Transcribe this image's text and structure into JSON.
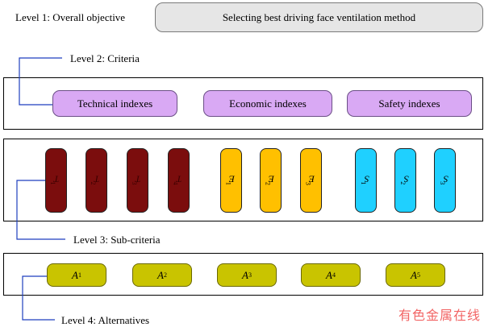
{
  "levels": {
    "level1": "Level 1: Overall objective",
    "level2": "Level 2: Criteria",
    "level3": "Level 3: Sub-criteria",
    "level4": "Level 4: Alternatives"
  },
  "goal": "Selecting best driving face ventilation method",
  "criteria": [
    "Technical indexes",
    "Economic indexes",
    "Safety indexes"
  ],
  "subcriteria": {
    "technical": [
      {
        "letter": "T",
        "index": "1"
      },
      {
        "letter": "T",
        "index": "2"
      },
      {
        "letter": "T",
        "index": "3"
      },
      {
        "letter": "T",
        "index": "4"
      }
    ],
    "economic": [
      {
        "letter": "E",
        "index": "1"
      },
      {
        "letter": "E",
        "index": "2"
      },
      {
        "letter": "E",
        "index": "3"
      }
    ],
    "safety": [
      {
        "letter": "S",
        "index": "1"
      },
      {
        "letter": "S",
        "index": "2"
      },
      {
        "letter": "S",
        "index": "3"
      }
    ]
  },
  "alternatives": [
    {
      "letter": "A",
      "index": "1"
    },
    {
      "letter": "A",
      "index": "2"
    },
    {
      "letter": "A",
      "index": "3"
    },
    {
      "letter": "A",
      "index": "4"
    },
    {
      "letter": "A",
      "index": "5"
    }
  ],
  "watermark": "有色金属在线",
  "colors": {
    "goal_fill": "#e6e6e6",
    "criteria_fill": "#d9a9f4",
    "technical_fill": "#7b0d0d",
    "economic_fill": "#ffc000",
    "safety_fill": "#1fd0ff",
    "alternative_fill": "#c9c400",
    "connector": "#1f3fbf",
    "watermark": "#f04a4a"
  }
}
